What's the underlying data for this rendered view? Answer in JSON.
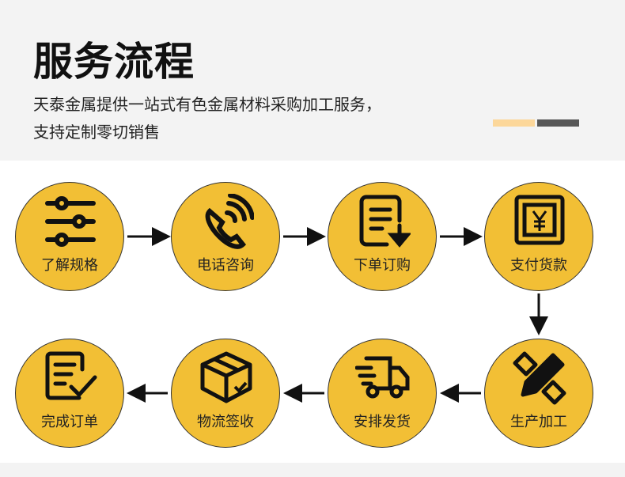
{
  "header": {
    "title": "服务流程",
    "desc_line1": "天泰金属提供一站式有色金属材料采购加工服务，",
    "desc_line2": "支持定制零切销售"
  },
  "colors": {
    "circle": "#f2bf35",
    "accent_light": "#fcd79a",
    "accent_dark": "#575757"
  },
  "steps": [
    {
      "label": "了解规格",
      "icon": "sliders-icon"
    },
    {
      "label": "电话咨询",
      "icon": "phone-icon"
    },
    {
      "label": "下单订购",
      "icon": "order-download-icon"
    },
    {
      "label": "支付货款",
      "icon": "yen-icon"
    },
    {
      "label": "生产加工",
      "icon": "pencil-ruler-icon"
    },
    {
      "label": "安排发货",
      "icon": "truck-icon"
    },
    {
      "label": "物流签收",
      "icon": "box-icon"
    },
    {
      "label": "完成订单",
      "icon": "checklist-icon"
    }
  ]
}
